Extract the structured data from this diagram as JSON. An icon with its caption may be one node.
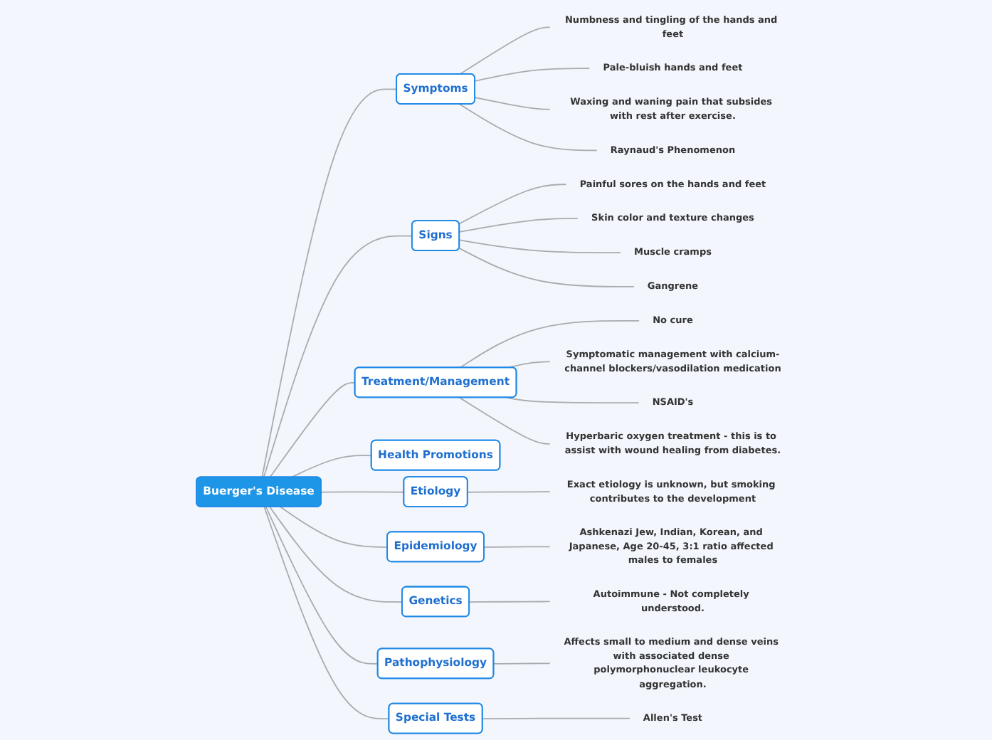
{
  "diagram": {
    "nodes": [
      {
        "text": [
          "Buerger's Disease"
        ]
      },
      {
        "text": [
          "Symptoms"
        ]
      },
      {
        "text": [
          "Numbness and tingling of the hands and feet"
        ]
      },
      {
        "text": [
          "Pale-bluish hands and feet"
        ]
      },
      {
        "text": [
          "Waxing and waning pain that subsides with rest after exercise."
        ]
      },
      {
        "text": [
          "Raynaud's Phenomenon"
        ]
      },
      {
        "text": [
          "Signs"
        ]
      },
      {
        "text": [
          "Painful sores on the hands and feet"
        ]
      },
      {
        "text": [
          "Skin color and texture changes"
        ]
      },
      {
        "text": [
          "Muscle cramps"
        ]
      },
      {
        "text": [
          "Gangrene"
        ]
      },
      {
        "text": [
          "Treatment/Management"
        ]
      },
      {
        "text": [
          "No cure"
        ]
      },
      {
        "text": [
          "Symptomatic management with calcium-channel blockers/vasodilation medication"
        ]
      },
      {
        "text": [
          "NSAID's"
        ]
      },
      {
        "text": [
          "Hyperbaric oxygen treatment - this is to assist with wound healing from diabetes."
        ]
      },
      {
        "text": [
          "Health Promotions"
        ]
      },
      {
        "text": [
          "Etiology"
        ]
      },
      {
        "text": [
          "Exact etiology is unknown, but smoking contributes to the development"
        ]
      },
      {
        "text": [
          "Epidemiology"
        ]
      },
      {
        "text": [
          "Ashkenazi Jew, Indian, Korean, and Japanese, Age 20-45, 3:1 ratio affected males to females"
        ]
      },
      {
        "text": [
          "Genetics"
        ]
      },
      {
        "text": [
          "Autoimmune - Not completely understood."
        ]
      },
      {
        "text": [
          "Pathophysiology"
        ]
      },
      {
        "text": [
          "Affects small to medium and dense veins with associated dense polymorphonuclear leukocyte aggregation."
        ]
      },
      {
        "text": [
          "Special Tests"
        ]
      },
      {
        "text": [
          "Allen's Test"
        ]
      }
    ],
    "edges": [
      {
        "from": 0,
        "to": 1,
        "arrow": "none"
      },
      {
        "from": 1,
        "to": 2,
        "arrow": "none"
      },
      {
        "from": 1,
        "to": 3,
        "arrow": "none"
      },
      {
        "from": 1,
        "to": 4,
        "arrow": "none"
      },
      {
        "from": 1,
        "to": 5,
        "arrow": "none"
      },
      {
        "from": 0,
        "to": 6,
        "arrow": "none"
      },
      {
        "from": 6,
        "to": 7,
        "arrow": "none"
      },
      {
        "from": 6,
        "to": 8,
        "arrow": "none"
      },
      {
        "from": 6,
        "to": 9,
        "arrow": "none"
      },
      {
        "from": 6,
        "to": 10,
        "arrow": "none"
      },
      {
        "from": 0,
        "to": 11,
        "arrow": "none"
      },
      {
        "from": 11,
        "to": 12,
        "arrow": "none"
      },
      {
        "from": 11,
        "to": 13,
        "arrow": "none"
      },
      {
        "from": 11,
        "to": 14,
        "arrow": "none"
      },
      {
        "from": 11,
        "to": 15,
        "arrow": "none"
      },
      {
        "from": 0,
        "to": 16,
        "arrow": "none"
      },
      {
        "from": 0,
        "to": 17,
        "arrow": "none"
      },
      {
        "from": 17,
        "to": 18,
        "arrow": "none"
      },
      {
        "from": 0,
        "to": 19,
        "arrow": "none"
      },
      {
        "from": 19,
        "to": 20,
        "arrow": "none"
      },
      {
        "from": 0,
        "to": 21,
        "arrow": "none"
      },
      {
        "from": 21,
        "to": 22,
        "arrow": "none"
      },
      {
        "from": 0,
        "to": 23,
        "arrow": "none"
      },
      {
        "from": 23,
        "to": 24,
        "arrow": "none"
      },
      {
        "from": 0,
        "to": 25,
        "arrow": "none"
      },
      {
        "from": 25,
        "to": 26,
        "arrow": "none"
      }
    ]
  }
}
